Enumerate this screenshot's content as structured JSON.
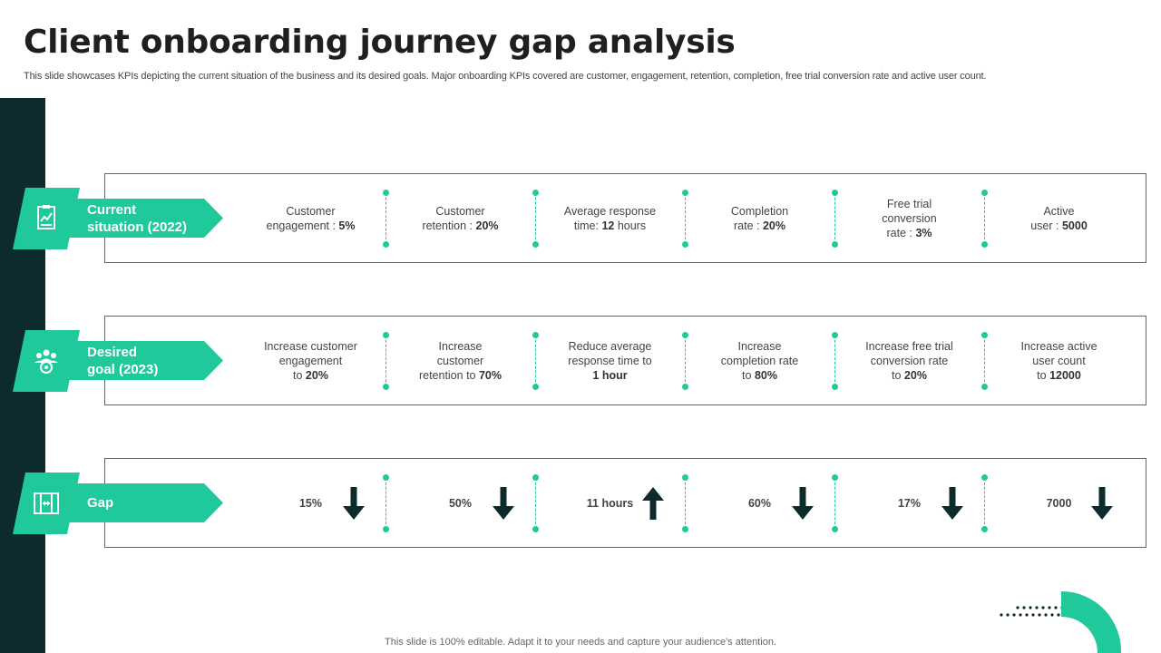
{
  "title": "Client onboarding journey gap analysis",
  "subtitle": "This slide showcases KPIs depicting the current situation of the business and its desired goals. Major onboarding KPIs covered are customer, engagement, retention, completion, free trial conversion rate and active user count.",
  "footer": "This slide is 100% editable. Adapt it to your needs and capture your audience's attention.",
  "colors": {
    "accent": "#1fc99b",
    "dark": "#0d2b2c"
  },
  "rows": {
    "current": {
      "label": "Current\nsituation (2022)",
      "icon": "chart-board-icon",
      "cells": [
        {
          "pre": "Customer\nengagement  : ",
          "val": "5%"
        },
        {
          "pre": "Customer\nretention : ",
          "val": "20%"
        },
        {
          "pre": "Average  response\ntime: ",
          "val": "12",
          "post": " hours"
        },
        {
          "pre": "Completion\nrate : ",
          "val": "20%"
        },
        {
          "pre": "Free trial\nconversion\nrate : ",
          "val": "3%"
        },
        {
          "pre": "Active\nuser : ",
          "val": "5000"
        }
      ]
    },
    "desired": {
      "label": "Desired\ngoal (2023)",
      "icon": "team-target-icon",
      "cells": [
        {
          "pre": "Increase customer\nengagement\nto ",
          "val": "20%"
        },
        {
          "pre": "Increase\ncustomer\nretention to ",
          "val": "70%"
        },
        {
          "pre": "Reduce average\nresponse time to\n",
          "val": "1 hour"
        },
        {
          "pre": "Increase\ncompletion rate\nto ",
          "val": "80%"
        },
        {
          "pre": "Increase free trial\nconversion  rate\nto ",
          "val": "20%"
        },
        {
          "pre": "Increase active\nuser count\nto ",
          "val": "12000"
        }
      ]
    },
    "gap": {
      "label": "Gap",
      "icon": "gap-measure-icon",
      "cells": [
        {
          "val": "15%",
          "direction": "down"
        },
        {
          "val": "50%",
          "direction": "down"
        },
        {
          "val": "11 hours",
          "direction": "up"
        },
        {
          "val": "60%",
          "direction": "down"
        },
        {
          "val": "17%",
          "direction": "down"
        },
        {
          "val": "7000",
          "direction": "down"
        }
      ]
    }
  }
}
